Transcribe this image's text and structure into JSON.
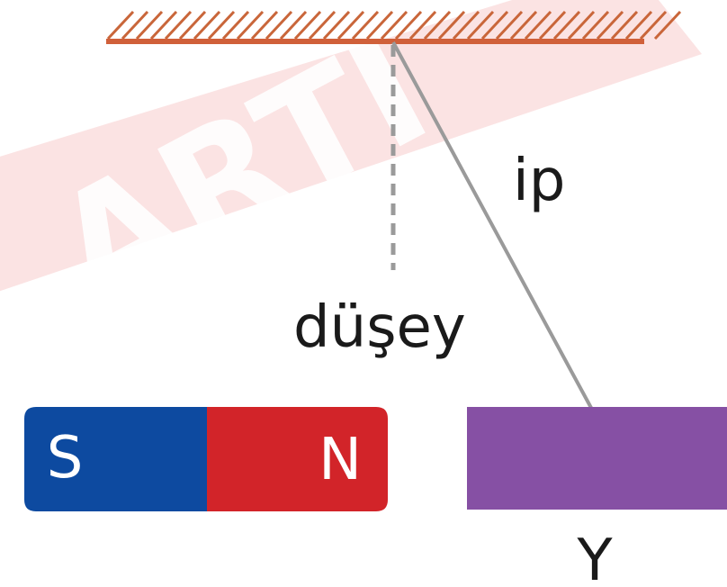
{
  "labels": {
    "string": "ip",
    "vertical": "düşey",
    "object": "Y"
  },
  "magnet": {
    "south": "S",
    "north": "N"
  },
  "watermark": {
    "text": "ARTI"
  },
  "colors": {
    "ceiling": "#d0603a",
    "hatch": "#c9663a",
    "string": "#9a9a9a",
    "vertical_line": "#9a9a9a",
    "magnet_south": "#0d4aa0",
    "magnet_north": "#d22429",
    "object_y": "#8650a4",
    "watermark": "#fbe3e3",
    "text": "#1a1a1a"
  }
}
